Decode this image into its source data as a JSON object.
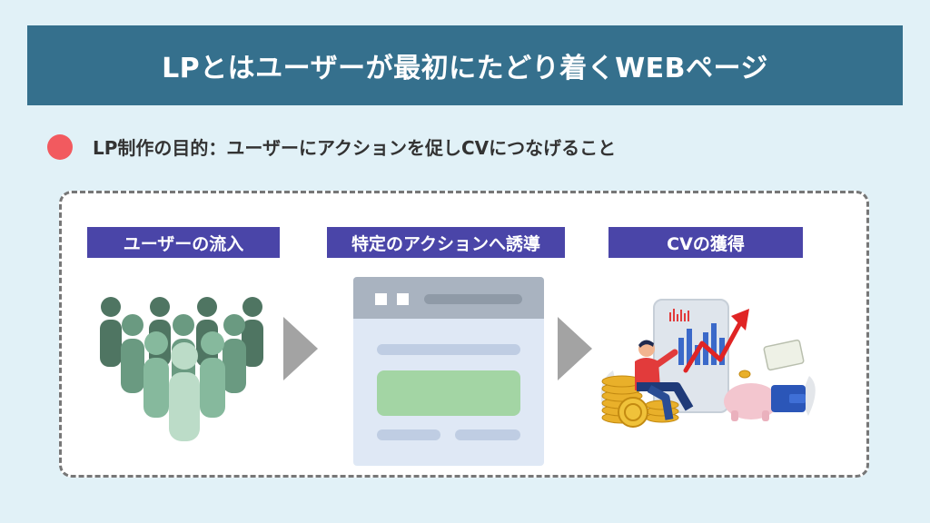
{
  "banner": {
    "title": "LPとはユーザーが最初にたどり着くWEBページ"
  },
  "purpose": {
    "text": "LP制作の目的：ユーザーにアクションを促しCVにつなげること"
  },
  "steps": [
    {
      "label": "ユーザーの流入"
    },
    {
      "label": "特定のアクションへ誘導"
    },
    {
      "label": "CVの獲得"
    }
  ],
  "colors": {
    "banner": "#35708d",
    "accent_dot": "#f25a5f",
    "step_label": "#4a45a8",
    "arrow": "#a3a3a3",
    "background": "#e1f1f7"
  }
}
